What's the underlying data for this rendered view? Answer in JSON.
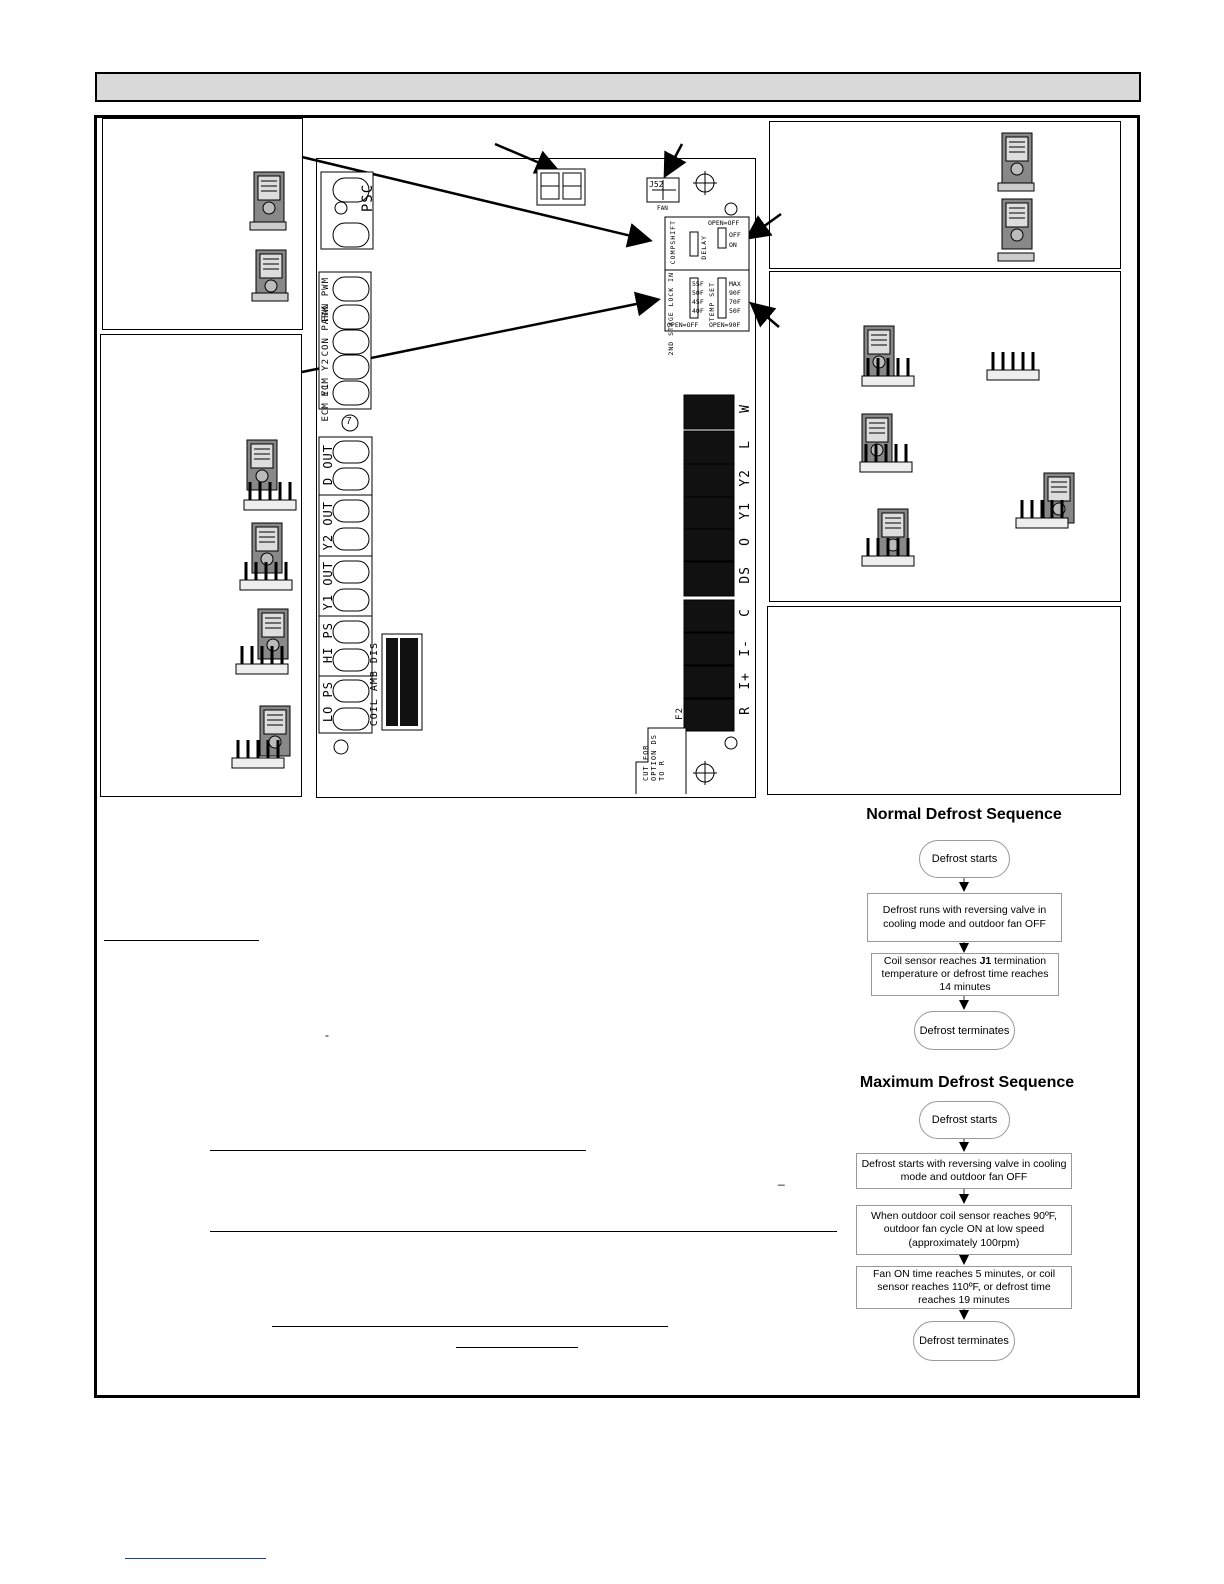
{
  "board": {
    "psc_label": "PSC",
    "fan_pwm_label": "FAN PWM",
    "con_park_label": "CON PARK",
    "ecm_y2_label": "ECM Y2",
    "ecm_y1_label": "ECM Y1",
    "num7_label": "7",
    "d_out_label": "D OUT",
    "y2_out_label": "Y2 OUT",
    "y1_out_label": "Y1 OUT",
    "hi_ps_label": "HI PS",
    "lo_ps_label": "LO PS",
    "coil_amb_dis_label": "COIL AMB DIS",
    "j52_label": "J52",
    "fan_label": "FAN",
    "open_off_label": "OPEN=OFF",
    "off_label": "OFF",
    "on_label": "ON",
    "delay_label": "DELAY",
    "compshift_label": "COMPSHIFT",
    "lockin_label": "2ND STAGE LOCK IN",
    "temp_set_label": "TEMP SET",
    "j1_settings": [
      "MAX",
      "90F",
      "70F",
      "50F"
    ],
    "lockin_settings": [
      "55F",
      "50F",
      "45F",
      "40F"
    ],
    "open_90f_label": "OPEN=90F",
    "open_off_bottom": "OPEN=OFF",
    "cut_for_option_label": "CUT FOR OPTION DS TO R",
    "f2_label": "F2",
    "terminals": [
      "W",
      "L",
      "Y2",
      "Y1",
      "O",
      "DS",
      "C",
      "I-",
      "I+",
      "R"
    ]
  },
  "normal_sequence": {
    "title": "Normal Defrost Sequence",
    "step1": "Defrost starts",
    "step2": "Defrost runs with reversing valve in cooling mode and outdoor fan OFF",
    "step3_pre": "Coil sensor reaches ",
    "step3_bold": "J1",
    "step3_post": " termination temperature or defrost time reaches 14 minutes",
    "step4": "Defrost terminates"
  },
  "max_sequence": {
    "title": "Maximum Defrost Sequence",
    "step1": "Defrost starts",
    "step2": "Defrost starts with reversing valve in cooling mode and outdoor fan OFF",
    "step3": "When outdoor coil sensor reaches 90ºF, outdoor fan cycle ON at low speed (approximately 100rpm)",
    "step4": "Fan ON time reaches 5 minutes, or coil sensor reaches 110ºF, or defrost time reaches 19 minutes",
    "step5": "Defrost terminates"
  },
  "stray_dash_1": "-",
  "stray_dash_2": "_"
}
